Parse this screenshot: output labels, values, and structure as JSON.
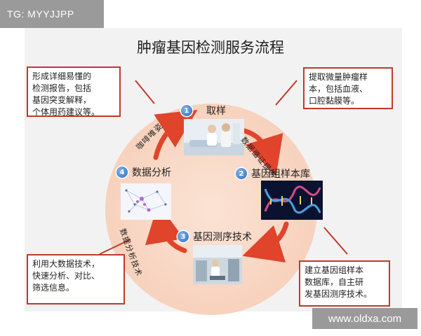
{
  "watermarks": {
    "top_left": "TG: MYYJJPP",
    "bottom_right": "www.oldxa.com"
  },
  "title": "肿瘤基因检测服务流程",
  "steps": [
    {
      "num": "1",
      "label": "取样"
    },
    {
      "num": "2",
      "label": "基因组样本库"
    },
    {
      "num": "3",
      "label": "基因测序技术"
    },
    {
      "num": "4",
      "label": "数据分析"
    }
  ],
  "arc_labels": {
    "top_right": "数据循证提供",
    "bottom_left": "数据分析技术",
    "top_left": "咖啡唯姿"
  },
  "notes": {
    "top_left": "形成详细易懂的\n检测报告，包括\n基因突变解释，\n个体用药建议等。",
    "top_right": "提取微量肿瘤样\n本，包括血液、\n口腔黏膜等。",
    "bottom_left": "利用大数据技术，\n快速分析、对比、\n筛选信息。",
    "bottom_right": "建立基因组样本\n数据库，自主研\n发基因测序技术。"
  },
  "colors": {
    "accent": "#e0442b",
    "note_border": "#c0392b",
    "step_badge": "#2f6fc4",
    "disc": "#f7d2bd"
  }
}
